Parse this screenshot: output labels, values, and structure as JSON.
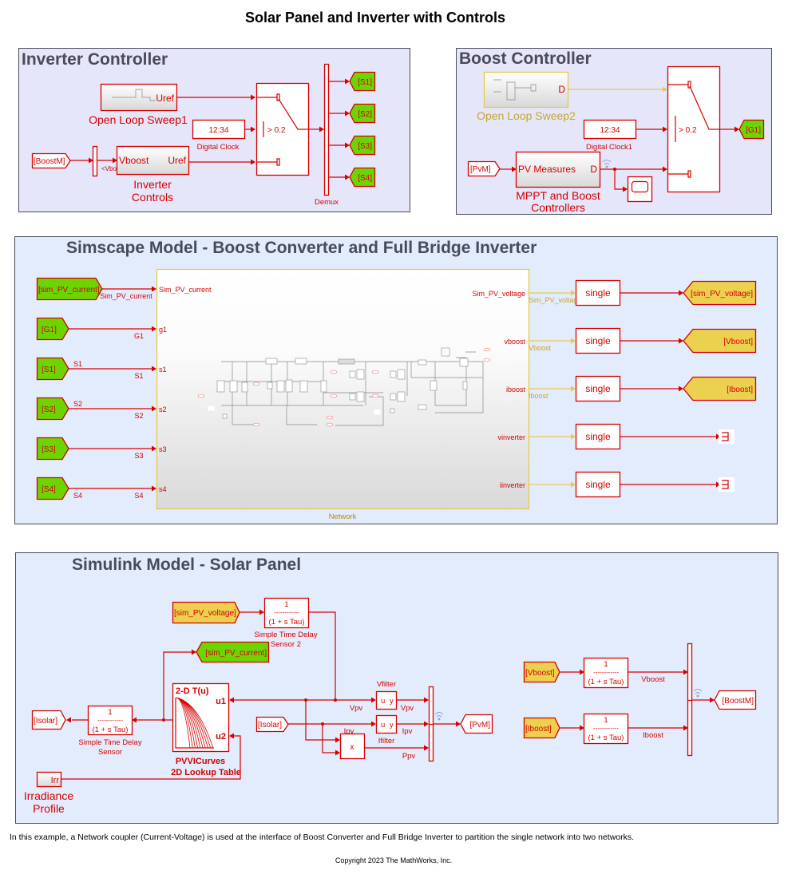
{
  "title": "Solar Panel and Inverter with Controls",
  "areas": {
    "inverter_controller": {
      "title": "Inverter Controller",
      "open_loop_sweep1": {
        "port": "Uref",
        "label": "Open Loop Sweep1"
      },
      "digital_clock": {
        "value": "12:34",
        "label": "Digital Clock"
      },
      "switch_threshold": "> 0.2",
      "boostm_from": "[BoostM]",
      "bus_selector_label": "<Vboost>",
      "inverter_controls": {
        "in_port": "Vboost",
        "out_port": "Uref",
        "label_line1": "Inverter",
        "label_line2": "Controls"
      },
      "demux_label": "Demux",
      "gotos": [
        "[S1]",
        "[S2]",
        "[S3]",
        "[S4]"
      ]
    },
    "boost_controller": {
      "title": "Boost Controller",
      "open_loop_sweep2": {
        "port": "D",
        "label": "Open Loop Sweep2"
      },
      "digital_clock": {
        "value": "12:34",
        "label": "Digital Clock1"
      },
      "switch_threshold": "> 0.2",
      "pvm_from": "[PvM]",
      "mppt": {
        "in_port": "PV Measures",
        "out_port": "D",
        "label_line1": "MPPT and Boost",
        "label_line2": "Controllers"
      },
      "goto": "[G1]"
    },
    "simscape": {
      "title": "Simscape Model - Boost Converter and Full Bridge Inverter",
      "network_label": "Network",
      "inputs": [
        {
          "from": "[sim_PV_current]",
          "signal_above": "",
          "signal_below": "Sim_PV_current",
          "port": "Sim_PV_current"
        },
        {
          "from": "[G1]",
          "signal_above": "",
          "signal_below": "G1",
          "port": "g1"
        },
        {
          "from": "[S1]",
          "signal_above": "S1",
          "signal_below": "S1",
          "port": "s1"
        },
        {
          "from": "[S2]",
          "signal_above": "S2",
          "signal_below": "S2",
          "port": "s2"
        },
        {
          "from": "[S3]",
          "signal_above": "",
          "signal_below": "S3",
          "port": "s3"
        },
        {
          "from": "[S4]",
          "signal_above": "",
          "signal_below": "S4",
          "port": "s4"
        }
      ],
      "outputs": [
        {
          "port": "Sim_PV_voltage",
          "signal": "Sim_PV_voltage",
          "convert": "single",
          "goto": "[sim_PV_voltage]"
        },
        {
          "port": "vboost",
          "signal": "Vboost",
          "convert": "single",
          "goto": "[Vboost]"
        },
        {
          "port": "iboost",
          "signal": "Iboost",
          "convert": "single",
          "goto": "[Iboost]"
        },
        {
          "port": "vinverter",
          "signal": "",
          "convert": "single",
          "goto": ""
        },
        {
          "port": "iinverter",
          "signal": "",
          "convert": "single",
          "goto": ""
        }
      ]
    },
    "simulink": {
      "title": "Simulink Model - Solar Panel",
      "sim_pv_voltage_from": "[sim_PV_voltage]",
      "sim_pv_current_goto": "[sim_PV_current]",
      "tf_numerator": "1",
      "tf_dash": "------------",
      "tf_denominator": "(1 + s Tau)",
      "delay2_label_line1": "Simple Time Delay",
      "delay2_label_line2": "Sensor 2",
      "delay1_label_line1": "Simple Time Delay",
      "delay1_label_line2": "Sensor",
      "isolar_goto": "[Isolar]",
      "isolar_from": "[Isolar]",
      "lookup": {
        "header": "2-D T(u)",
        "u1": "u1",
        "u2": "u2",
        "label_line1": "PVVICurves",
        "label_line2": "2D Lookup Table"
      },
      "irr": {
        "port": "Irr",
        "label_line1": "Irradiance",
        "label_line2": "Profile"
      },
      "vfilter": {
        "label": "Vfilter",
        "u": "u",
        "y": "y"
      },
      "ifilter": {
        "label": "Ifilter",
        "u": "u",
        "y": "y"
      },
      "product": "x",
      "signals": {
        "vpv_in": "Vpv",
        "vpv_out": "Vpv",
        "ipv_in": "Ipv",
        "ipv_out": "Ipv",
        "ppv": "Ppv",
        "vboost": "Vboost",
        "iboost": "Iboost"
      },
      "pvm_goto": "[PvM]",
      "vboost_from": "[Vboost]",
      "iboost_from": "[Iboost]",
      "boostm_goto": "[BoostM]"
    }
  },
  "footer": {
    "note": "In this example, a Network coupler (Current-Voltage) is used at the interface of Boost Converter and Full Bridge Inverter to partition the single network into two networks.",
    "copyright": "Copyright 2023 The MathWorks, Inc."
  }
}
